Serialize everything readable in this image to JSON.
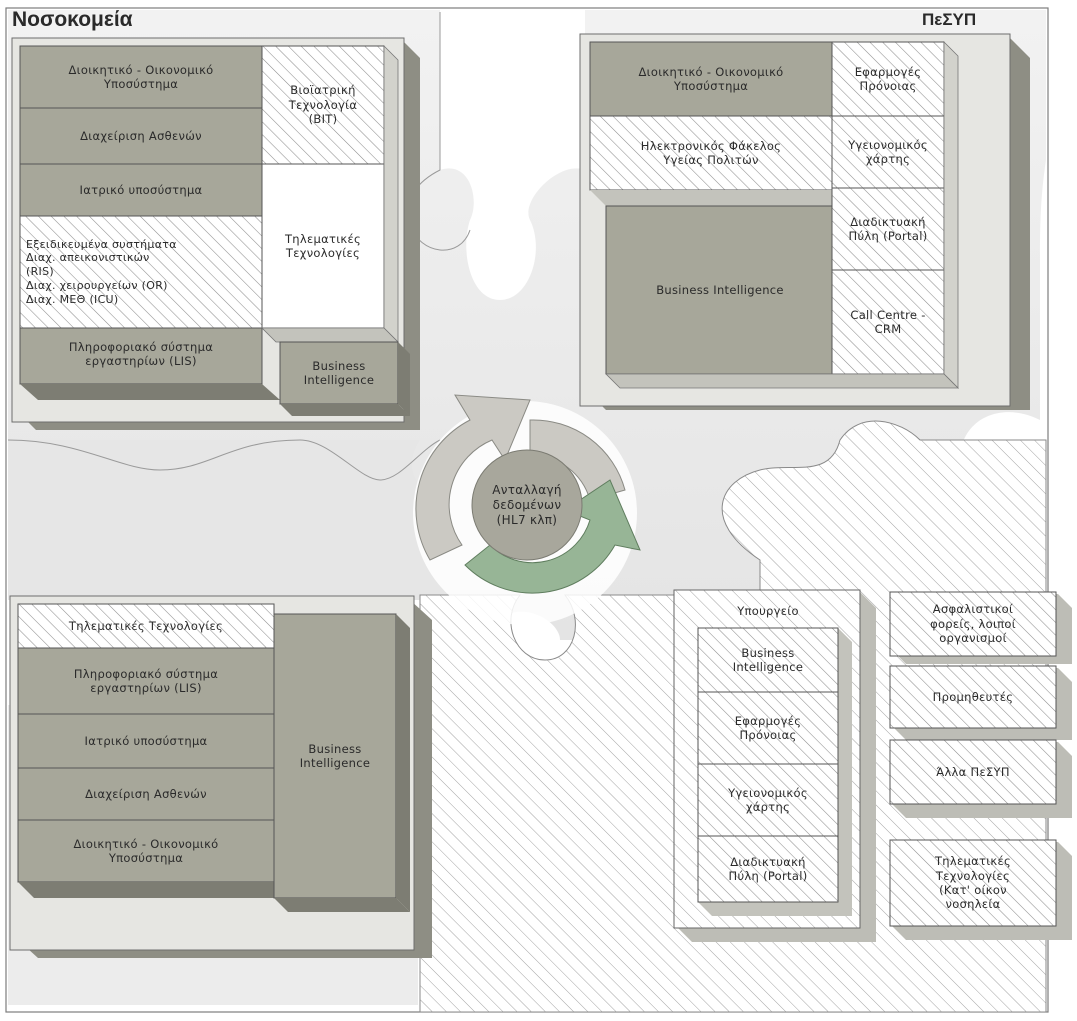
{
  "title_left": "Νοσοκομεία",
  "title_right": "ΠεΣΥΠ",
  "center_label": "Ανταλλαγή\nδεδομένων\n(HL7 κλπ)",
  "colors": {
    "dark_box": "#a7a79a",
    "dark_box_deep": "#8c8c80",
    "light_panel": "#e4e4e0",
    "hatch_line": "#8f8f8f",
    "puzzle_bg": "#e8e8e8",
    "cycle_grey": "#cbc9c3",
    "cycle_green": "#97b596"
  },
  "top_left": {
    "boxes": [
      "Διοικητικό - Οικονομικό\nΥποσύστημα",
      "Διαχείριση Ασθενών",
      "Ιατρικό υποσύστημα",
      "Εξειδικευμένα συστήματα\nΔιαχ. απεικονιστικών\n(RIS)\nΔιαχ. χειρουργείων (OR)\nΔιαχ. ΜΕΘ (ICU)",
      "Πληροφοριακό σύστημα\nεργαστηρίων (LIS)",
      "Βιοϊατρική\nΤεχνολογία\n(ΒΙΤ)",
      "Τηλεματικές\nΤεχνολογίες",
      "Business\nIntelligence"
    ]
  },
  "top_right": {
    "boxes": [
      "Διοικητικό - Οικονομικό\nΥποσύστημα",
      "Ηλεκτρονικός Φάκελος\nΥγείας Πολιτών",
      "Business Intelligence",
      "Εφαρμογές\nΠρόνοιας",
      "Υγειονομικός\nχάρτης",
      "Διαδικτυακή\nΠύλη (Portal)",
      "Call Centre -\nCRM"
    ]
  },
  "bottom_left": {
    "boxes": [
      "Τηλεματικές Τεχνολογίες",
      "Πληροφοριακό σύστημα\nεργαστηρίων (LIS)",
      "Ιατρικό υποσύστημα",
      "Διαχείριση Ασθενών",
      "Διοικητικό - Οικονομικό\nΥποσύστημα",
      "Business\nIntelligence"
    ]
  },
  "bottom_right": {
    "ministry_title": "Υπουργείο",
    "ministry_boxes": [
      "Business\nIntelligence",
      "Εφαρμογές\nΠρόνοιας",
      "Υγειονομικός\nχάρτης",
      "Διαδικτυακή\nΠύλη (Portal)"
    ],
    "side_boxes": [
      "Ασφαλιστικοί\nφορείς, λοιποί\nοργανισμοί",
      "Προμηθευτές",
      "Άλλα ΠεΣΥΠ",
      "Τηλεματικές\nΤεχνολογίες\n(Κατ' οίκον\nνοσηλεία"
    ]
  }
}
